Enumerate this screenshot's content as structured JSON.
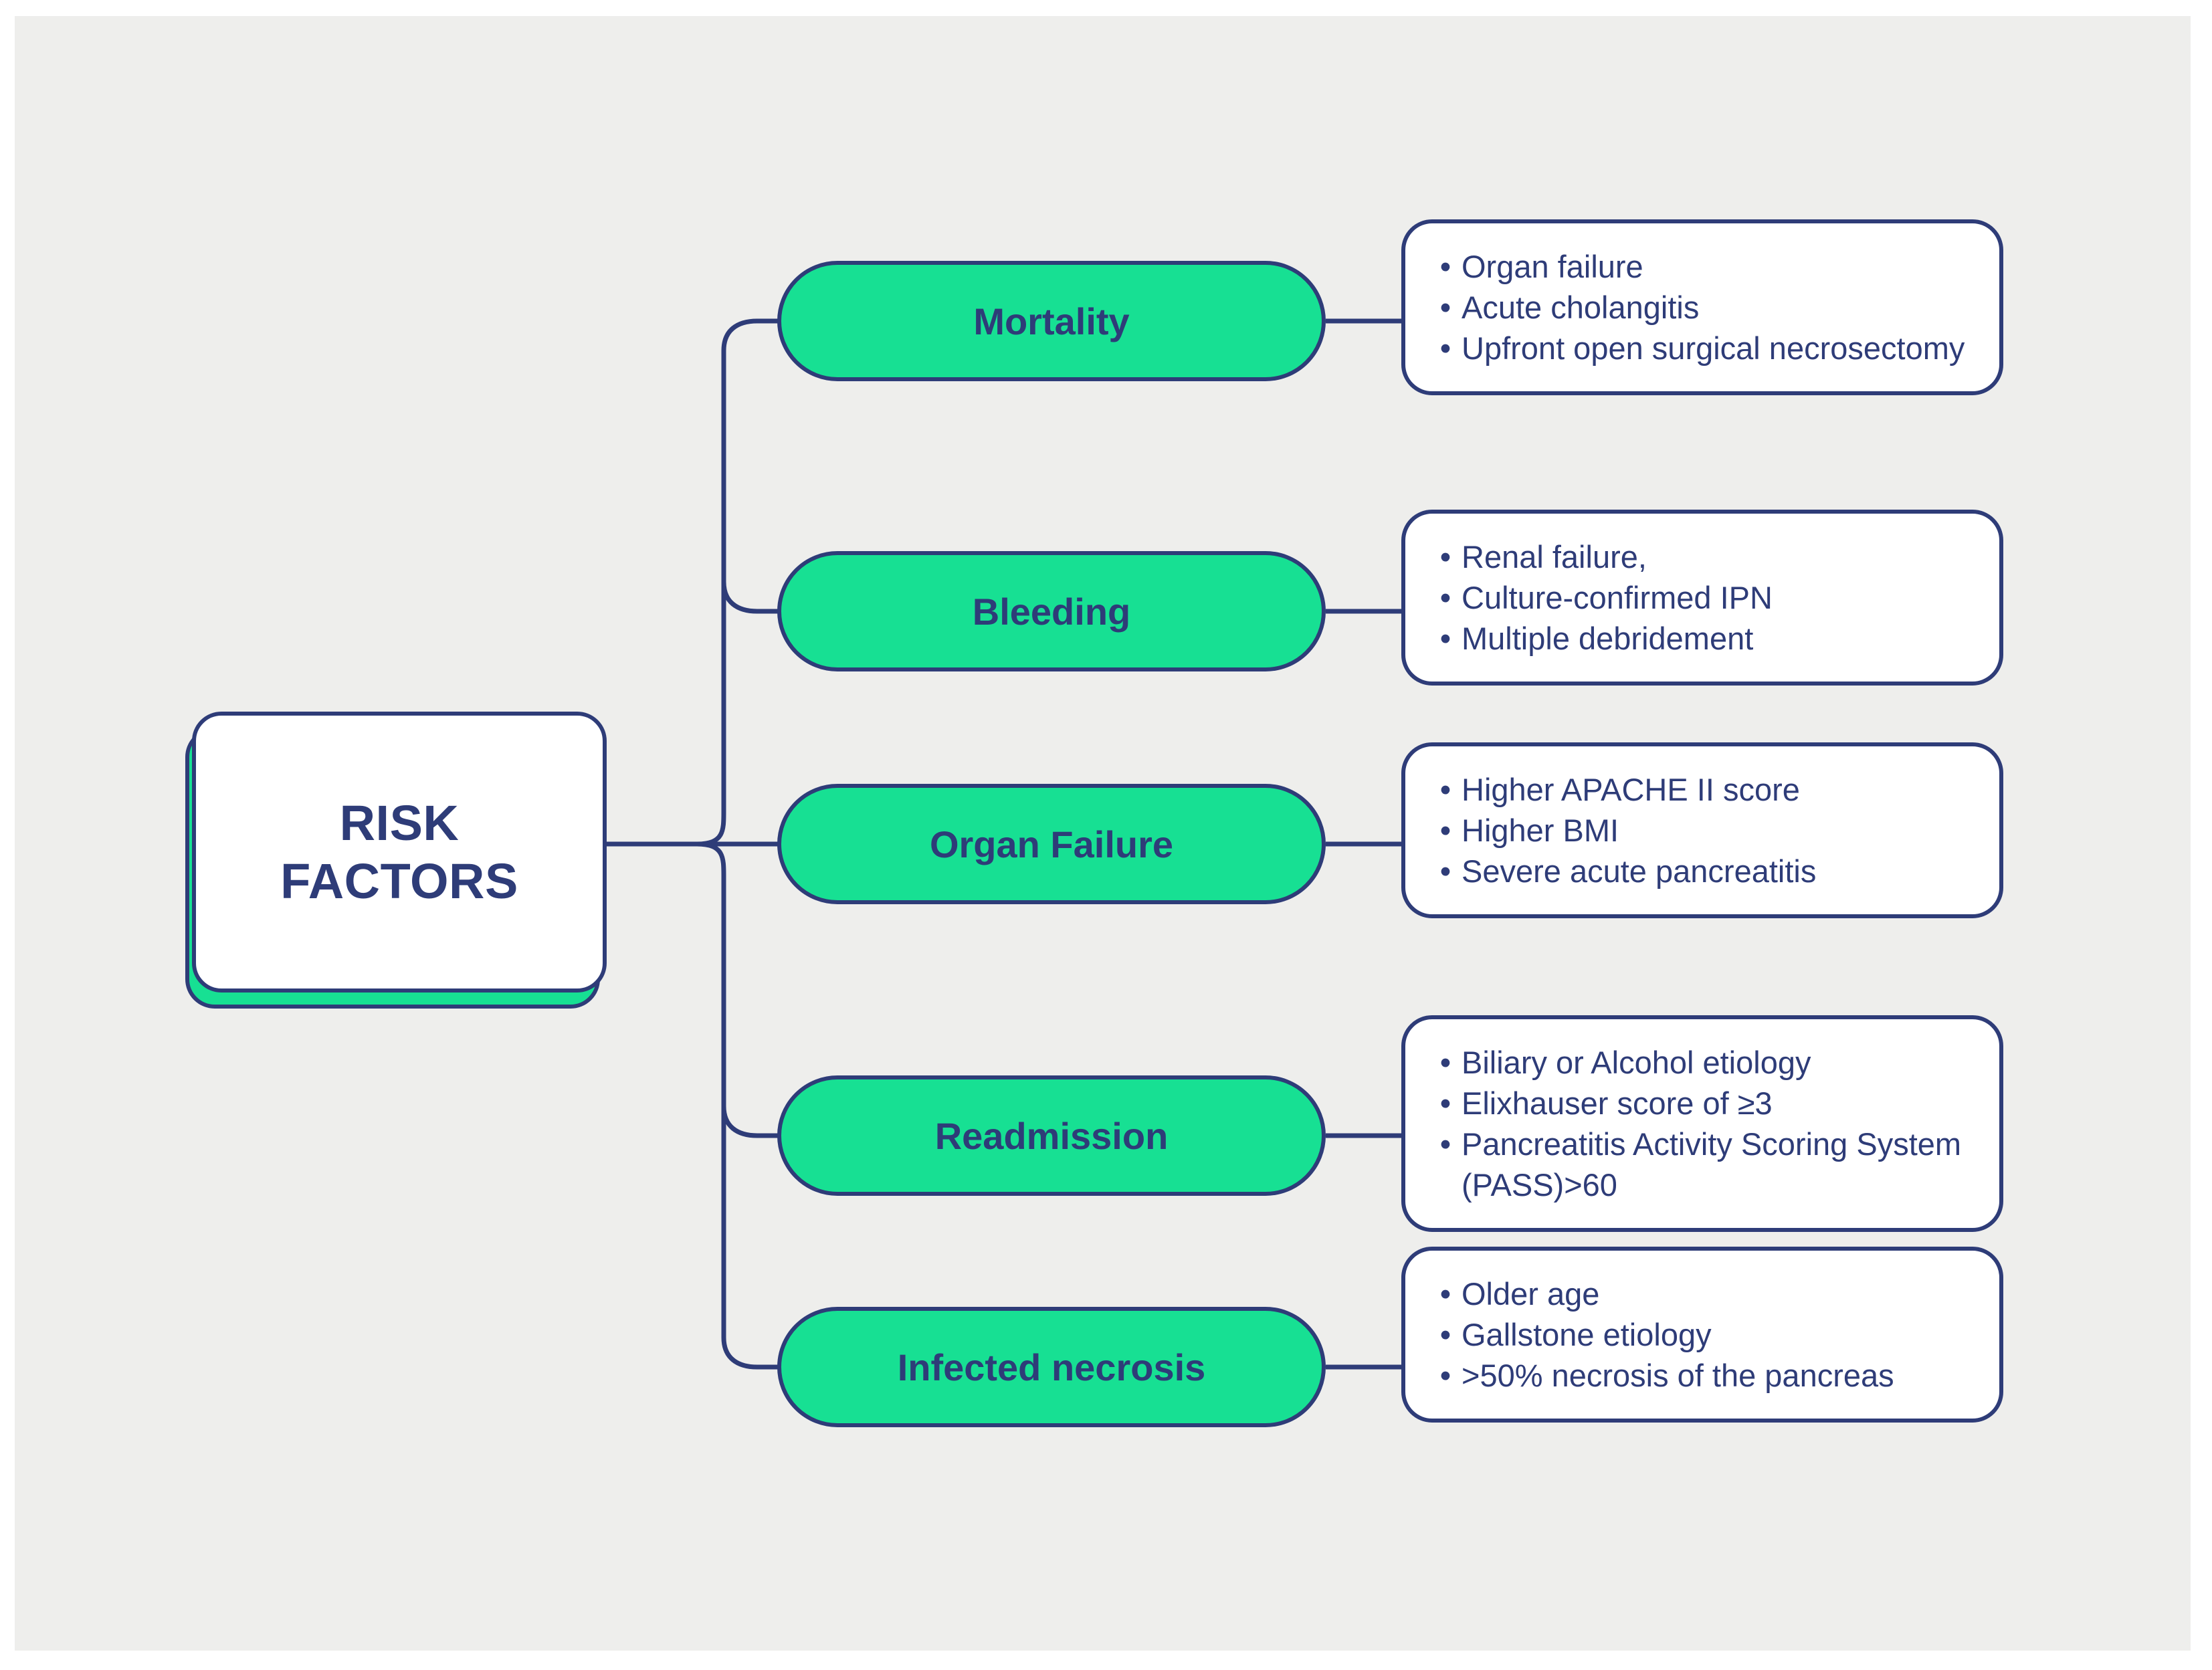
{
  "diagram": {
    "title": "Risk Factors",
    "root": {
      "label": "RISK\nFACTORS"
    },
    "colors": {
      "canvas_background": "#eeeeec",
      "page_background": "#ffffff",
      "accent_green": "#17E093",
      "navy": "#2E3C78",
      "node_fill_white": "#ffffff"
    },
    "branches": [
      {
        "label": "Mortality",
        "details": [
          "Organ failure",
          "Acute cholangitis",
          "Upfront open surgical necrosectomy"
        ]
      },
      {
        "label": "Bleeding",
        "details": [
          "Renal failure,",
          " Culture-confirmed IPN",
          "Multiple debridement"
        ]
      },
      {
        "label": "Organ Failure",
        "details": [
          "Higher APACHE II score",
          "Higher BMI",
          "Severe acute pancreatitis"
        ]
      },
      {
        "label": "Readmission",
        "details": [
          "Biliary or Alcohol etiology",
          "Elixhauser score of ≥3",
          "Pancreatitis Activity Scoring System (PASS)>60"
        ]
      },
      {
        "label": "Infected necrosis",
        "details": [
          "Older age",
          "Gallstone etiology",
          ">50% necrosis of the pancreas"
        ]
      }
    ],
    "bullet_glyph": "•"
  }
}
